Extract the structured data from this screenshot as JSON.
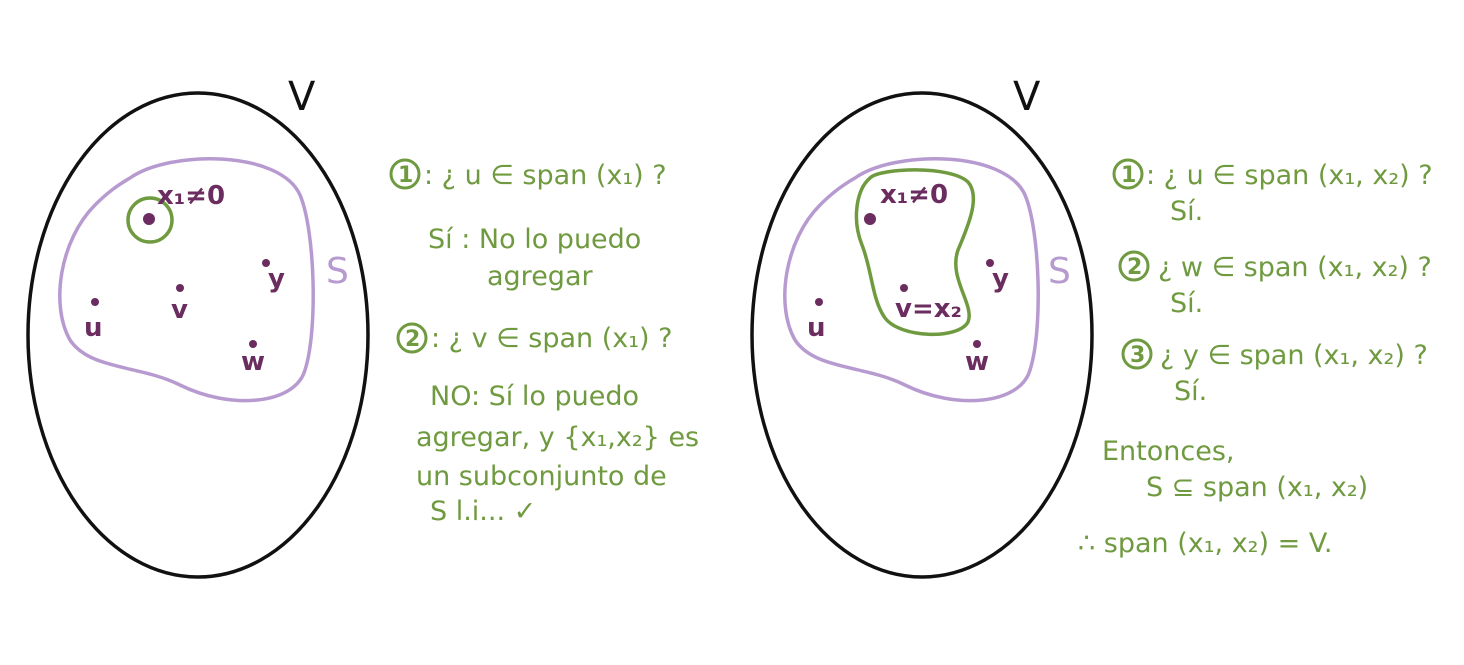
{
  "left": {
    "set_v_label": "V",
    "set_s_label": "S",
    "points": {
      "x1": "x₁≠0",
      "u": "u",
      "v": "v",
      "y": "y",
      "w": "w"
    },
    "notes": [
      {
        "num": "1",
        "text": ": ¿ u ∈ span (x₁) ?"
      },
      {
        "text": "Sí : No lo puedo"
      },
      {
        "text": "agregar"
      },
      {
        "num": "2",
        "text": ": ¿ v ∈ span (x₁) ?"
      },
      {
        "text": "NO: Sí lo puedo"
      },
      {
        "text": "agregar, y {x₁,x₂} es"
      },
      {
        "text": "un subconjunto de"
      },
      {
        "text": "S l.i... ✓"
      }
    ]
  },
  "right": {
    "set_v_label": "V",
    "set_s_label": "S",
    "points": {
      "x1": "x₁≠0",
      "u": "u",
      "v": "v=x₂",
      "y": "y",
      "w": "w"
    },
    "notes": [
      {
        "num": "1",
        "text": ": ¿ u ∈ span (x₁, x₂) ?"
      },
      {
        "text": "Sí."
      },
      {
        "num": "2",
        "text": "¿ w ∈ span (x₁, x₂) ?"
      },
      {
        "text": "Sí."
      },
      {
        "num": "3",
        "text": "¿ y ∈ span (x₁, x₂) ?"
      },
      {
        "text": "Sí."
      },
      {
        "text": "Entonces,"
      },
      {
        "text": "S ⊆ span (x₁, x₂)"
      },
      {
        "text": "∴ span (x₁, x₂) = V."
      }
    ]
  },
  "colors": {
    "outline": "#111111",
    "set_s": "#b79bd0",
    "green": "#6f9a3f",
    "point": "#6b2c5f"
  }
}
